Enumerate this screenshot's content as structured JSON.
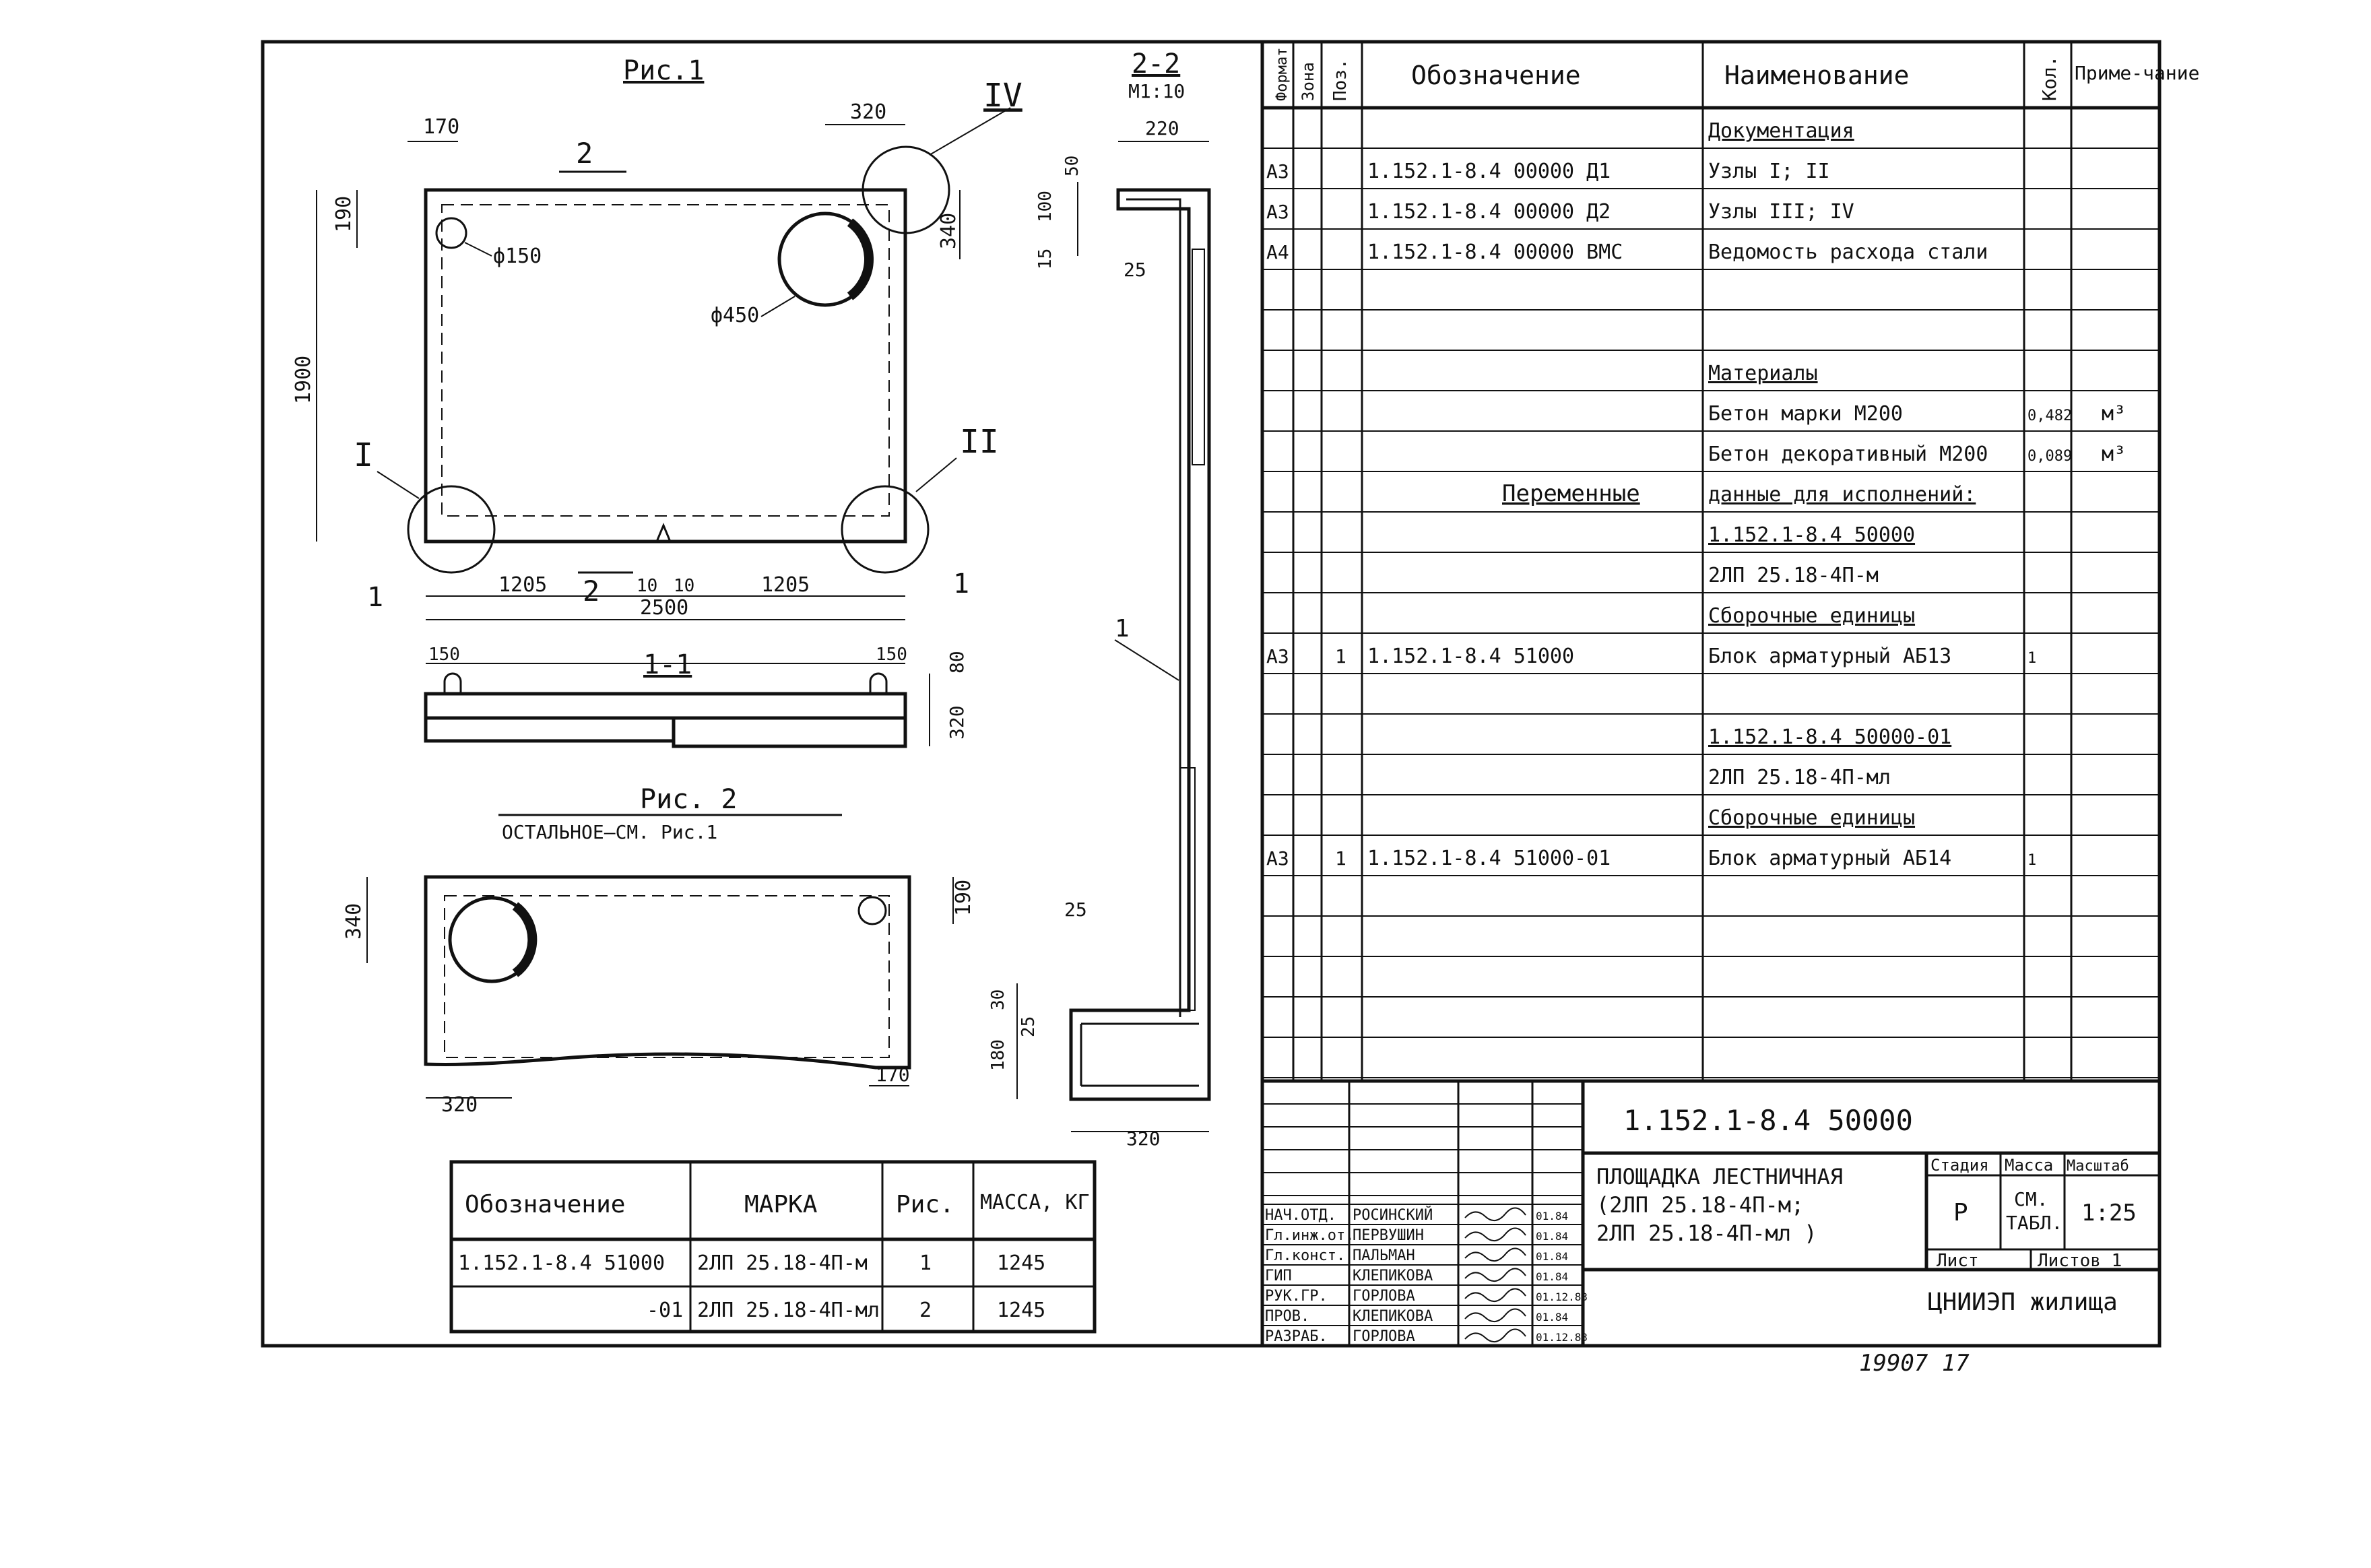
{
  "drawing": {
    "fig1_title": "Рис.1",
    "fig2_title": "Рис. 2",
    "fig2_note": "ОСТАЛЬНОЕ–СМ.   Рис.1",
    "section_11": "1-1",
    "section_22": "2-2",
    "section_22_scale": "М1:10",
    "node_labels": [
      "I",
      "II",
      "IV"
    ],
    "pos_label": "1",
    "cut_labels": [
      "2",
      "2",
      "1",
      "1"
    ],
    "dims_fig1": [
      "170",
      "320",
      "190",
      "340",
      "1900",
      "1205",
      "10",
      "10",
      "1205",
      "2500",
      "150",
      "150",
      "80",
      "320"
    ],
    "diameters": [
      "ф150",
      "ф450"
    ],
    "dims_fig2": [
      "340",
      "190",
      "320",
      "170"
    ],
    "dims_sec22": [
      "220",
      "50",
      "100",
      "15",
      "25",
      "25",
      "30",
      "25",
      "180",
      "320"
    ]
  },
  "mark_table": {
    "headers": [
      "Обозначение",
      "МАРКА",
      "Рис.",
      "МАССА, КГ"
    ],
    "rows": [
      [
        "1.152.1-8.4   51000",
        "2ЛП 25.18-4П-м",
        "1",
        "1245"
      ],
      [
        "-01",
        "2ЛП 25.18-4П-мл",
        "2",
        "1245"
      ]
    ]
  },
  "spec": {
    "headers": [
      "Формат",
      "Зона",
      "Поз.",
      "Обозначение",
      "Наименование",
      "Кол.",
      "Приме-чание"
    ],
    "rows": [
      {
        "f": "",
        "z": "",
        "p": "",
        "d": "",
        "n": "Документация",
        "q": "",
        "r": "",
        "u": true
      },
      {
        "f": "А3",
        "z": "",
        "p": "",
        "d": "1.152.1-8.4    00000 Д1",
        "n": "Узлы I; II",
        "q": "",
        "r": "",
        "u": false
      },
      {
        "f": "А3",
        "z": "",
        "p": "",
        "d": "1.152.1-8.4    00000 Д2",
        "n": "Узлы III; IV",
        "q": "",
        "r": "",
        "u": false
      },
      {
        "f": "А4",
        "z": "",
        "p": "",
        "d": "1.152.1-8.4    00000 ВМС",
        "n": "Ведомость расхода стали",
        "q": "",
        "r": "",
        "u": false
      },
      {
        "f": "",
        "z": "",
        "p": "",
        "d": "",
        "n": "",
        "q": "",
        "r": "",
        "u": false
      },
      {
        "f": "",
        "z": "",
        "p": "",
        "d": "",
        "n": "",
        "q": "",
        "r": "",
        "u": false
      },
      {
        "f": "",
        "z": "",
        "p": "",
        "d": "",
        "n": "   Материалы",
        "q": "",
        "r": "",
        "u": true
      },
      {
        "f": "",
        "z": "",
        "p": "",
        "d": "",
        "n": "Бетон марки М200",
        "q": "0,482",
        "r": "м³",
        "u": false
      },
      {
        "f": "",
        "z": "",
        "p": "",
        "d": "",
        "n": "Бетон декоративный М200",
        "q": "0,089",
        "r": "м³",
        "u": false
      },
      {
        "f": "",
        "z": "",
        "p": "",
        "d": "Переменные",
        "n": "данные для исполнений:",
        "q": "",
        "r": "",
        "u": true
      },
      {
        "f": "",
        "z": "",
        "p": "",
        "d": "",
        "n": "1.152.1-8.4  50000",
        "q": "",
        "r": "",
        "u": true
      },
      {
        "f": "",
        "z": "",
        "p": "",
        "d": "",
        "n": "   2ЛП 25.18-4П-м",
        "q": "",
        "r": "",
        "u": false
      },
      {
        "f": "",
        "z": "",
        "p": "",
        "d": "",
        "n": "Сборочные единицы",
        "q": "",
        "r": "",
        "u": true
      },
      {
        "f": "А3",
        "z": "",
        "p": "1",
        "d": "1.152.1-8.4    51000",
        "n": "Блок арматурный АБ13",
        "q": "1",
        "r": "",
        "u": false
      },
      {
        "f": "",
        "z": "",
        "p": "",
        "d": "",
        "n": "",
        "q": "",
        "r": "",
        "u": false
      },
      {
        "f": "",
        "z": "",
        "p": "",
        "d": "",
        "n": "1.152.1-8.4  50000-01",
        "q": "",
        "r": "",
        "u": true
      },
      {
        "f": "",
        "z": "",
        "p": "",
        "d": "",
        "n": "   2ЛП 25.18-4П-мл",
        "q": "",
        "r": "",
        "u": false
      },
      {
        "f": "",
        "z": "",
        "p": "",
        "d": "",
        "n": "Сборочные единицы",
        "q": "",
        "r": "",
        "u": true
      },
      {
        "f": "А3",
        "z": "",
        "p": "1",
        "d": "1.152.1-8.4    51000-01",
        "n": "Блок арматурный АБ14",
        "q": "1",
        "r": "",
        "u": false
      },
      {
        "f": "",
        "z": "",
        "p": "",
        "d": "",
        "n": "",
        "q": "",
        "r": "",
        "u": false
      },
      {
        "f": "",
        "z": "",
        "p": "",
        "d": "",
        "n": "",
        "q": "",
        "r": "",
        "u": false
      },
      {
        "f": "",
        "z": "",
        "p": "",
        "d": "",
        "n": "",
        "q": "",
        "r": "",
        "u": false
      },
      {
        "f": "",
        "z": "",
        "p": "",
        "d": "",
        "n": "",
        "q": "",
        "r": "",
        "u": false
      },
      {
        "f": "",
        "z": "",
        "p": "",
        "d": "",
        "n": "",
        "q": "",
        "r": "",
        "u": false
      }
    ]
  },
  "title_block": {
    "code": "1.152.1-8.4    50000",
    "name_lines": [
      "ПЛОЩАДКА ЛЕСТНИЧНАЯ",
      "(2ЛП 25.18-4П-м;",
      " 2ЛП 25.18-4П-мл )"
    ],
    "stage_label": "Стадия",
    "stage": "Р",
    "mass_label": "Масса",
    "mass_lines": [
      "СМ.",
      "ТАБЛ."
    ],
    "scale_label": "Масштаб",
    "scale": "1:25",
    "sheet_label": "Лист",
    "sheets_label": "Листов 1",
    "org": "ЦНИИЭП жилища",
    "people": [
      [
        "НАЧ.ОТД.",
        "РОСИНСКИЙ",
        "01.84"
      ],
      [
        "Гл.инж.от.",
        "ПЕРВУШИН",
        "01.84"
      ],
      [
        "Гл.конст.",
        "ПАЛЬМАН",
        "01.84"
      ],
      [
        "ГИП",
        "КЛЕПИКОВА",
        "01.84"
      ],
      [
        "РУК.ГР.",
        "ГОРЛОВА",
        "01.12.83"
      ],
      [
        "ПРОВ.",
        "КЛЕПИКОВА",
        "01.84"
      ],
      [
        "РАЗРАБ.",
        "ГОРЛОВА",
        "01.12.83"
      ]
    ]
  },
  "archive_number": "19907  17"
}
